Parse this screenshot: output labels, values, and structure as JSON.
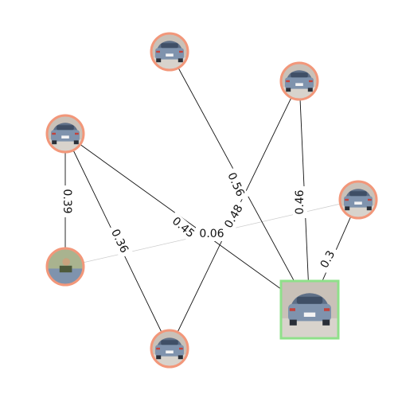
{
  "colors": {
    "node_border": "#f2977a",
    "selected_border": "#8fe08a",
    "edge_dark": "#111111",
    "edge_light": "#cccccc",
    "car_body": "#7f93ad",
    "background": "#ffffff"
  },
  "nodes": [
    {
      "id": "n_top",
      "type": "car-thumbnail"
    },
    {
      "id": "n_topright",
      "type": "car-thumbnail"
    },
    {
      "id": "n_left_upper",
      "type": "car-thumbnail"
    },
    {
      "id": "n_right",
      "type": "car-thumbnail"
    },
    {
      "id": "n_left_lower",
      "type": "person-thumbnail"
    },
    {
      "id": "n_bottom",
      "type": "car-thumbnail"
    },
    {
      "id": "n_center",
      "type": "car-thumbnail",
      "selected": true
    }
  ],
  "edges": [
    {
      "from": "n_left_upper",
      "to": "n_left_lower",
      "label": "0.39",
      "tone": "dark"
    },
    {
      "from": "n_left_upper",
      "to": "n_bottom",
      "label": "0.36",
      "tone": "dark"
    },
    {
      "from": "n_left_upper",
      "to": "n_center",
      "label": "0.45",
      "tone": "dark"
    },
    {
      "from": "n_left_lower",
      "to": "n_right",
      "label": "0.06",
      "tone": "light"
    },
    {
      "from": "n_top",
      "to": "n_center",
      "label": "0.56",
      "tone": "dark"
    },
    {
      "from": "n_topright",
      "to": "n_bottom",
      "label": "0.48",
      "tone": "dark"
    },
    {
      "from": "n_topright",
      "to": "n_center",
      "label": "0.46",
      "tone": "dark"
    },
    {
      "from": "n_right",
      "to": "n_center",
      "label": "0.3",
      "tone": "dark"
    }
  ]
}
